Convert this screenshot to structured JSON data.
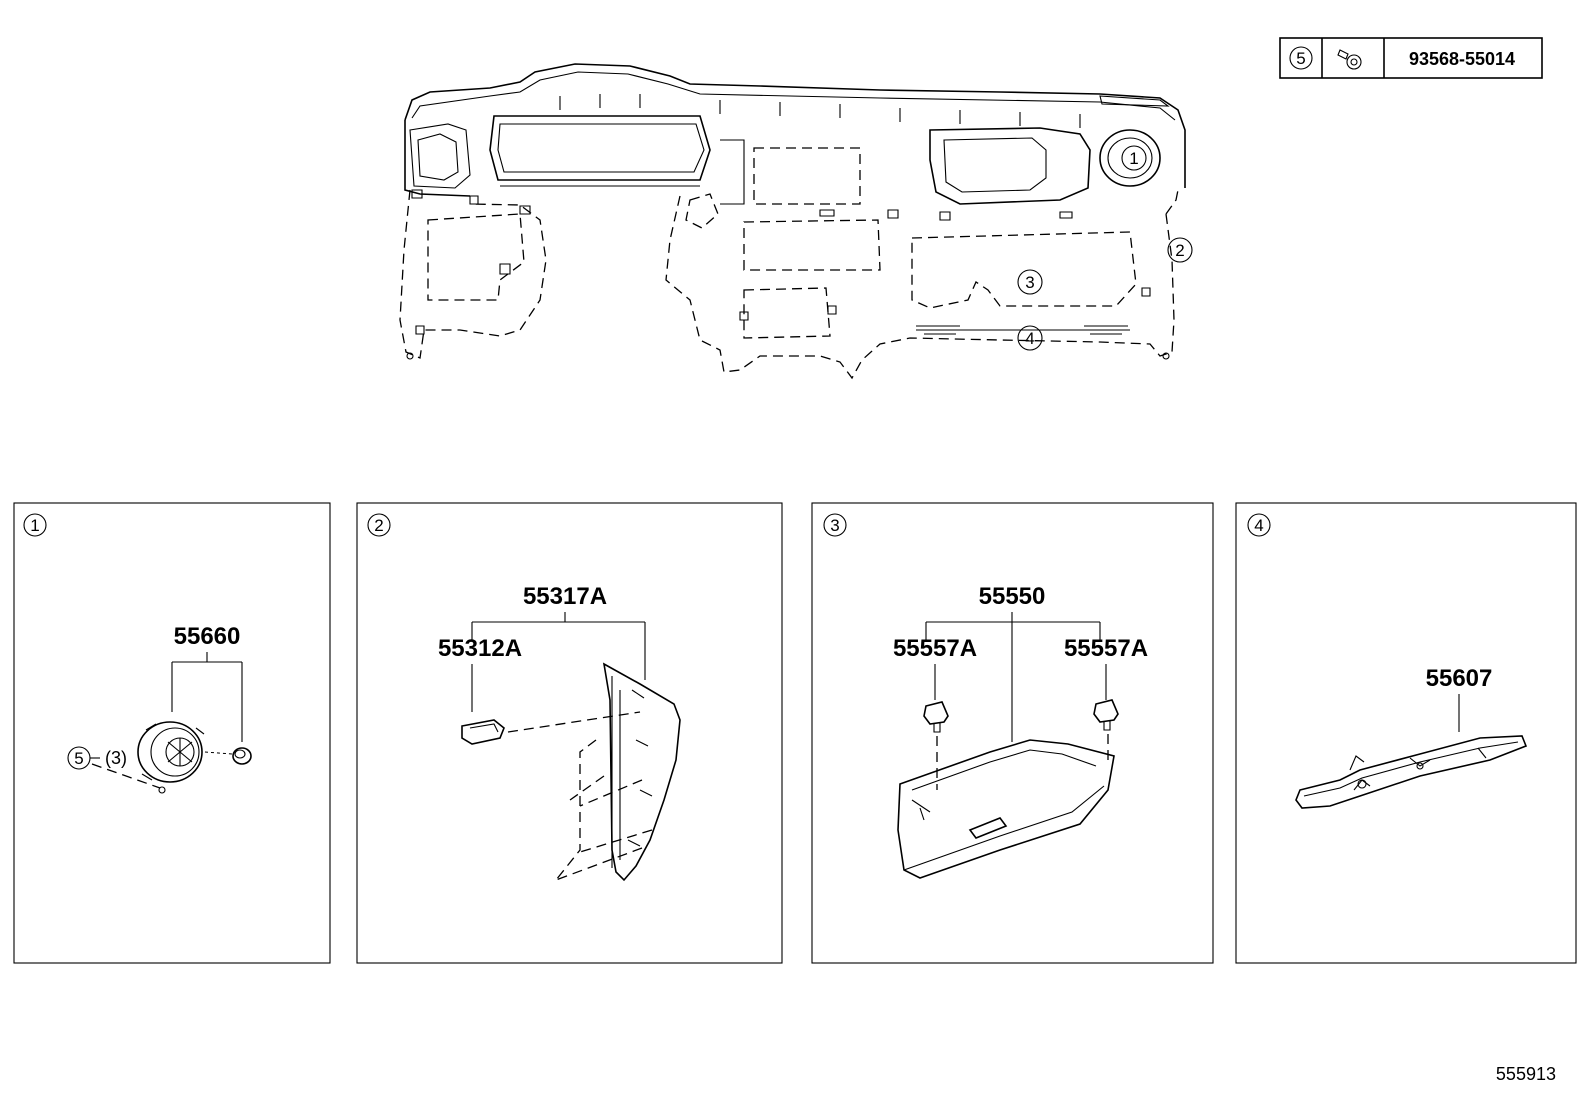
{
  "fastener_table": {
    "callout": "5",
    "part_number": "93568-55014"
  },
  "overview": {
    "callouts": [
      "1",
      "2",
      "3",
      "4"
    ]
  },
  "panels": [
    {
      "callout": "1",
      "parts": [
        "55660"
      ],
      "sub_callout": "5",
      "qty": "(3)"
    },
    {
      "callout": "2",
      "parts": [
        "55317A",
        "55312A"
      ]
    },
    {
      "callout": "3",
      "parts": [
        "55550",
        "55557A",
        "55557A"
      ]
    },
    {
      "callout": "4",
      "parts": [
        "55607"
      ]
    }
  ],
  "drawing_id": "555913"
}
